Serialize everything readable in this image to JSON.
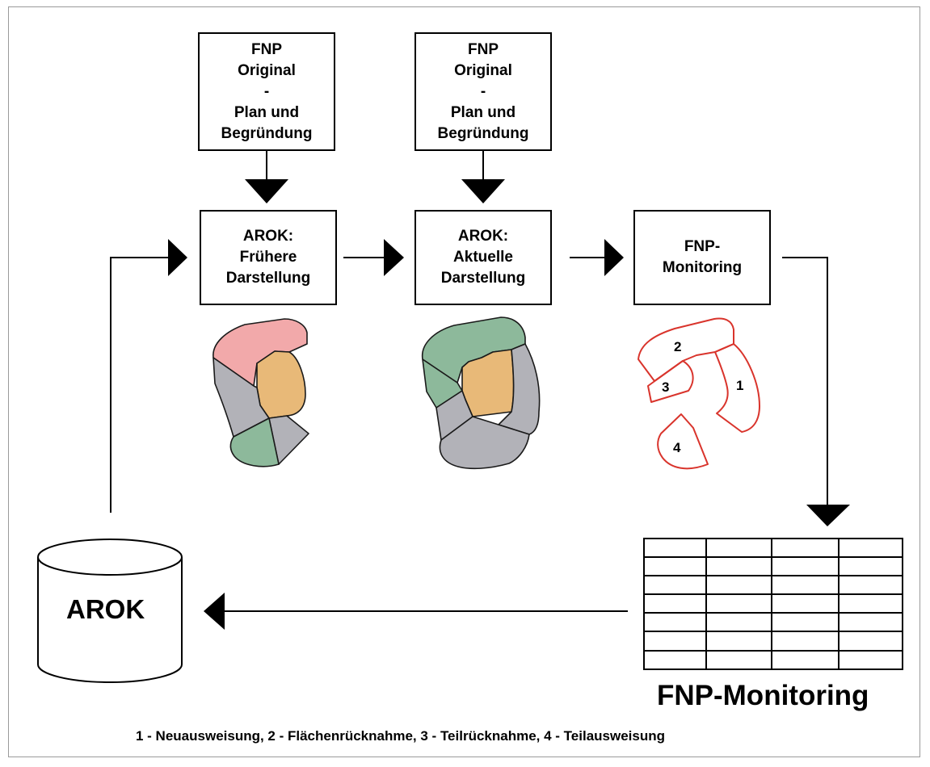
{
  "boxes": {
    "fnp_original_1": "FNP\nOriginal\n-\nPlan und\nBegründung",
    "fnp_original_2": "FNP\nOriginal\n-\nPlan und\nBegründung",
    "arok_fruehere": "AROK:\nFrühere\nDarstellung",
    "arok_aktuelle": "AROK:\nAktuelle\nDarstellung",
    "fnp_monitoring_box": "FNP-\nMonitoring"
  },
  "database_label": "AROK",
  "table_caption": "FNP-Monitoring",
  "monitoring_numbers": [
    "1",
    "2",
    "3",
    "4"
  ],
  "legend": "1 - Neuausweisung, 2 - Flächenrücknahme, 3 - Teilrücknahme, 4 - Teilausweisung",
  "colors": {
    "pink": "#f2a9aa",
    "orange": "#e8b978",
    "gray": "#b2b2b8",
    "green": "#8db99b",
    "red_outline": "#d9342c"
  }
}
